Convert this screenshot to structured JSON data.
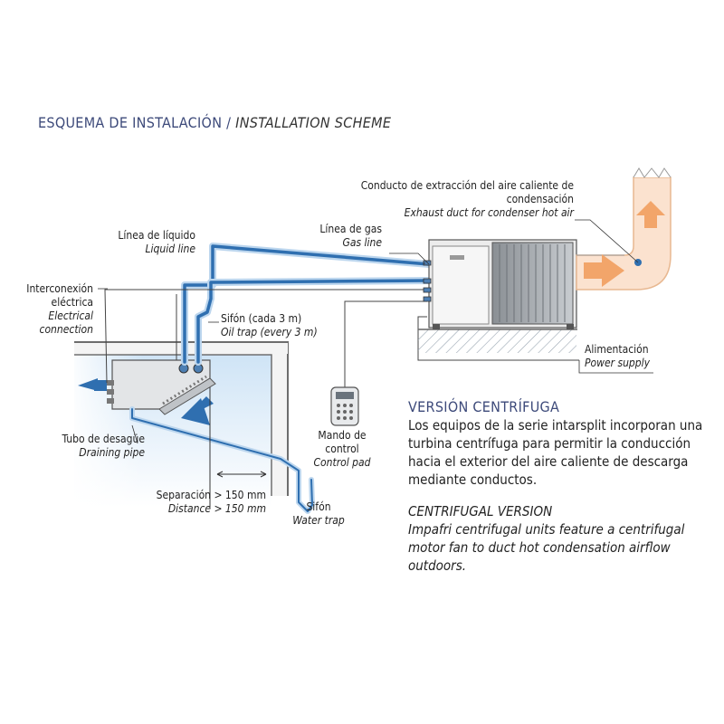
{
  "title": {
    "es": "ESQUEMA DE INSTALACIÓN /",
    "en": "INSTALLATION SCHEME"
  },
  "labels": {
    "exhaust_duct": {
      "es_1": "Conducto de extracción del aire caliente de",
      "es_2": "condensación",
      "en": "Exhaust duct for condenser hot air"
    },
    "liquid_line": {
      "es": "Línea de líquido",
      "en": "Liquid line"
    },
    "gas_line": {
      "es": "Línea de gas",
      "en": "Gas line"
    },
    "electrical": {
      "es_1": "Interconexión",
      "es_2": "eléctrica",
      "en_1": "Electrical",
      "en_2": "connection"
    },
    "oil_trap": {
      "es": "Sifón (cada 3 m)",
      "en": "Oil trap (every 3 m)"
    },
    "power_supply": {
      "es": "Alimentación",
      "en": "Power supply"
    },
    "draining_pipe": {
      "es": "Tubo de desagüe",
      "en": "Draining pipe"
    },
    "control_pad": {
      "es_1": "Mando de",
      "es_2": "control",
      "en": "Control pad"
    },
    "distance": {
      "es": "Separación > 150 mm",
      "en": "Distance > 150 mm"
    },
    "water_trap": {
      "es": "Sifón",
      "en": "Water trap"
    }
  },
  "description": {
    "es_heading": "VERSIÓN CENTRÍFUGA",
    "es_body": "Los equipos de la serie intarsplit incorporan una turbina centrífuga para permitir la conducción hacia el exterior del aire caliente de descarga mediante conductos.",
    "en_heading": "CENTRIFUGAL VERSION",
    "en_body": "Impafri  centrifugal units feature a centrifugal motor fan to duct hot condensation airflow outdoors."
  },
  "colors": {
    "pipe_blue": "#2f6fb0",
    "pipe_light": "#bcd6ee",
    "air_cold": "#2f6fb0",
    "air_hot": "#f2a56a",
    "duct_fill": "#fbe2cf",
    "room_fill": "#d6e9f7",
    "wall": "#6d6d6d",
    "unit_grey": "#d9d9d9"
  },
  "icons": [
    "cold-air-arrow",
    "hot-air-arrow",
    "control-pad-icon",
    "condensing-unit",
    "evaporator-unit"
  ]
}
